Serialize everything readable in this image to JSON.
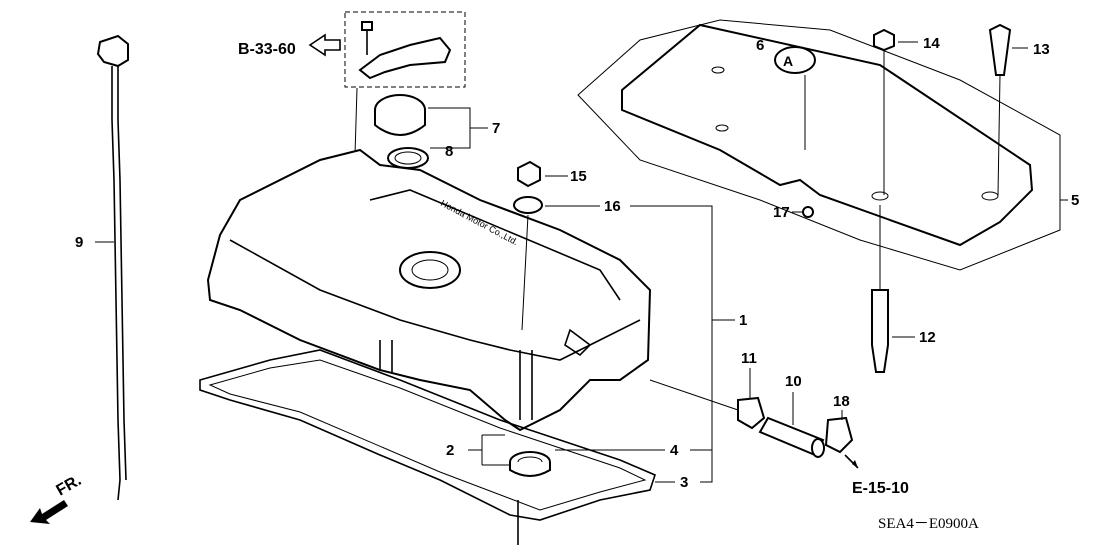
{
  "diagram": {
    "references": {
      "upper_ref": "B-33-60",
      "lower_ref": "E-15-10",
      "front_indicator": "FR."
    },
    "diagram_code": "SEA4－E0900A",
    "callouts": [
      {
        "id": "1",
        "label": "1"
      },
      {
        "id": "2",
        "label": "2"
      },
      {
        "id": "3",
        "label": "3"
      },
      {
        "id": "4",
        "label": "4"
      },
      {
        "id": "5",
        "label": "5"
      },
      {
        "id": "6",
        "label": "6"
      },
      {
        "id": "7",
        "label": "7"
      },
      {
        "id": "8",
        "label": "8"
      },
      {
        "id": "9",
        "label": "9"
      },
      {
        "id": "10",
        "label": "10"
      },
      {
        "id": "11",
        "label": "11"
      },
      {
        "id": "12",
        "label": "12"
      },
      {
        "id": "13",
        "label": "13"
      },
      {
        "id": "14",
        "label": "14"
      },
      {
        "id": "15",
        "label": "15"
      },
      {
        "id": "16",
        "label": "16"
      },
      {
        "id": "17",
        "label": "17"
      },
      {
        "id": "18",
        "label": "18"
      }
    ]
  }
}
